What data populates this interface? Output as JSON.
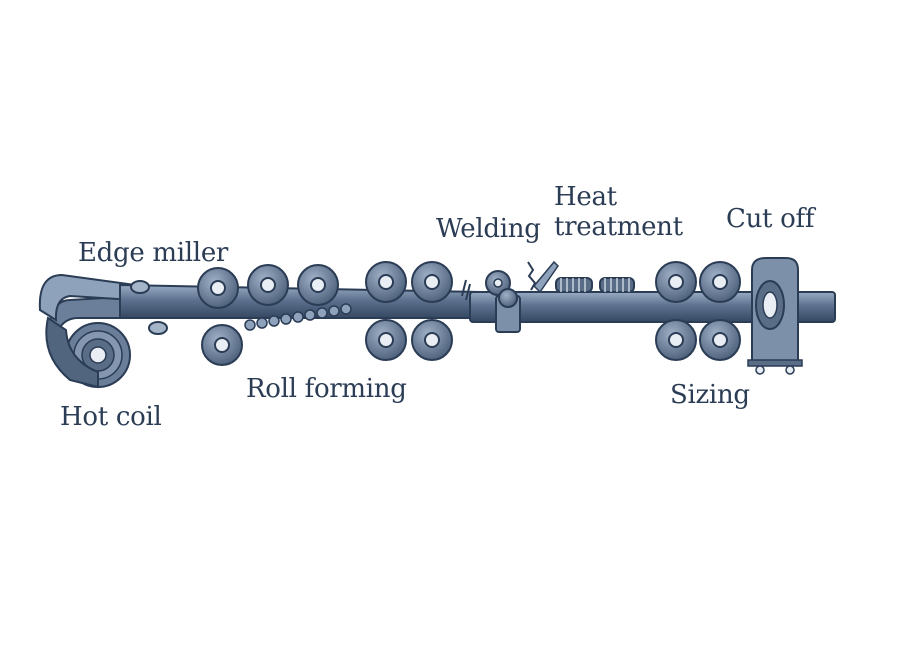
{
  "labels": {
    "edge_miller": "Edge miller",
    "hot_coil": "Hot coil",
    "roll_forming": "Roll forming",
    "welding": "Welding",
    "heat": "Heat",
    "treatment": "treatment",
    "cut_off": "Cut off",
    "sizing": "Sizing"
  },
  "colors": {
    "body": "#5a6d86",
    "light": "#8497b0",
    "dark": "#2b3c55",
    "hub": "#e9eef4",
    "background": "#ffffff"
  }
}
